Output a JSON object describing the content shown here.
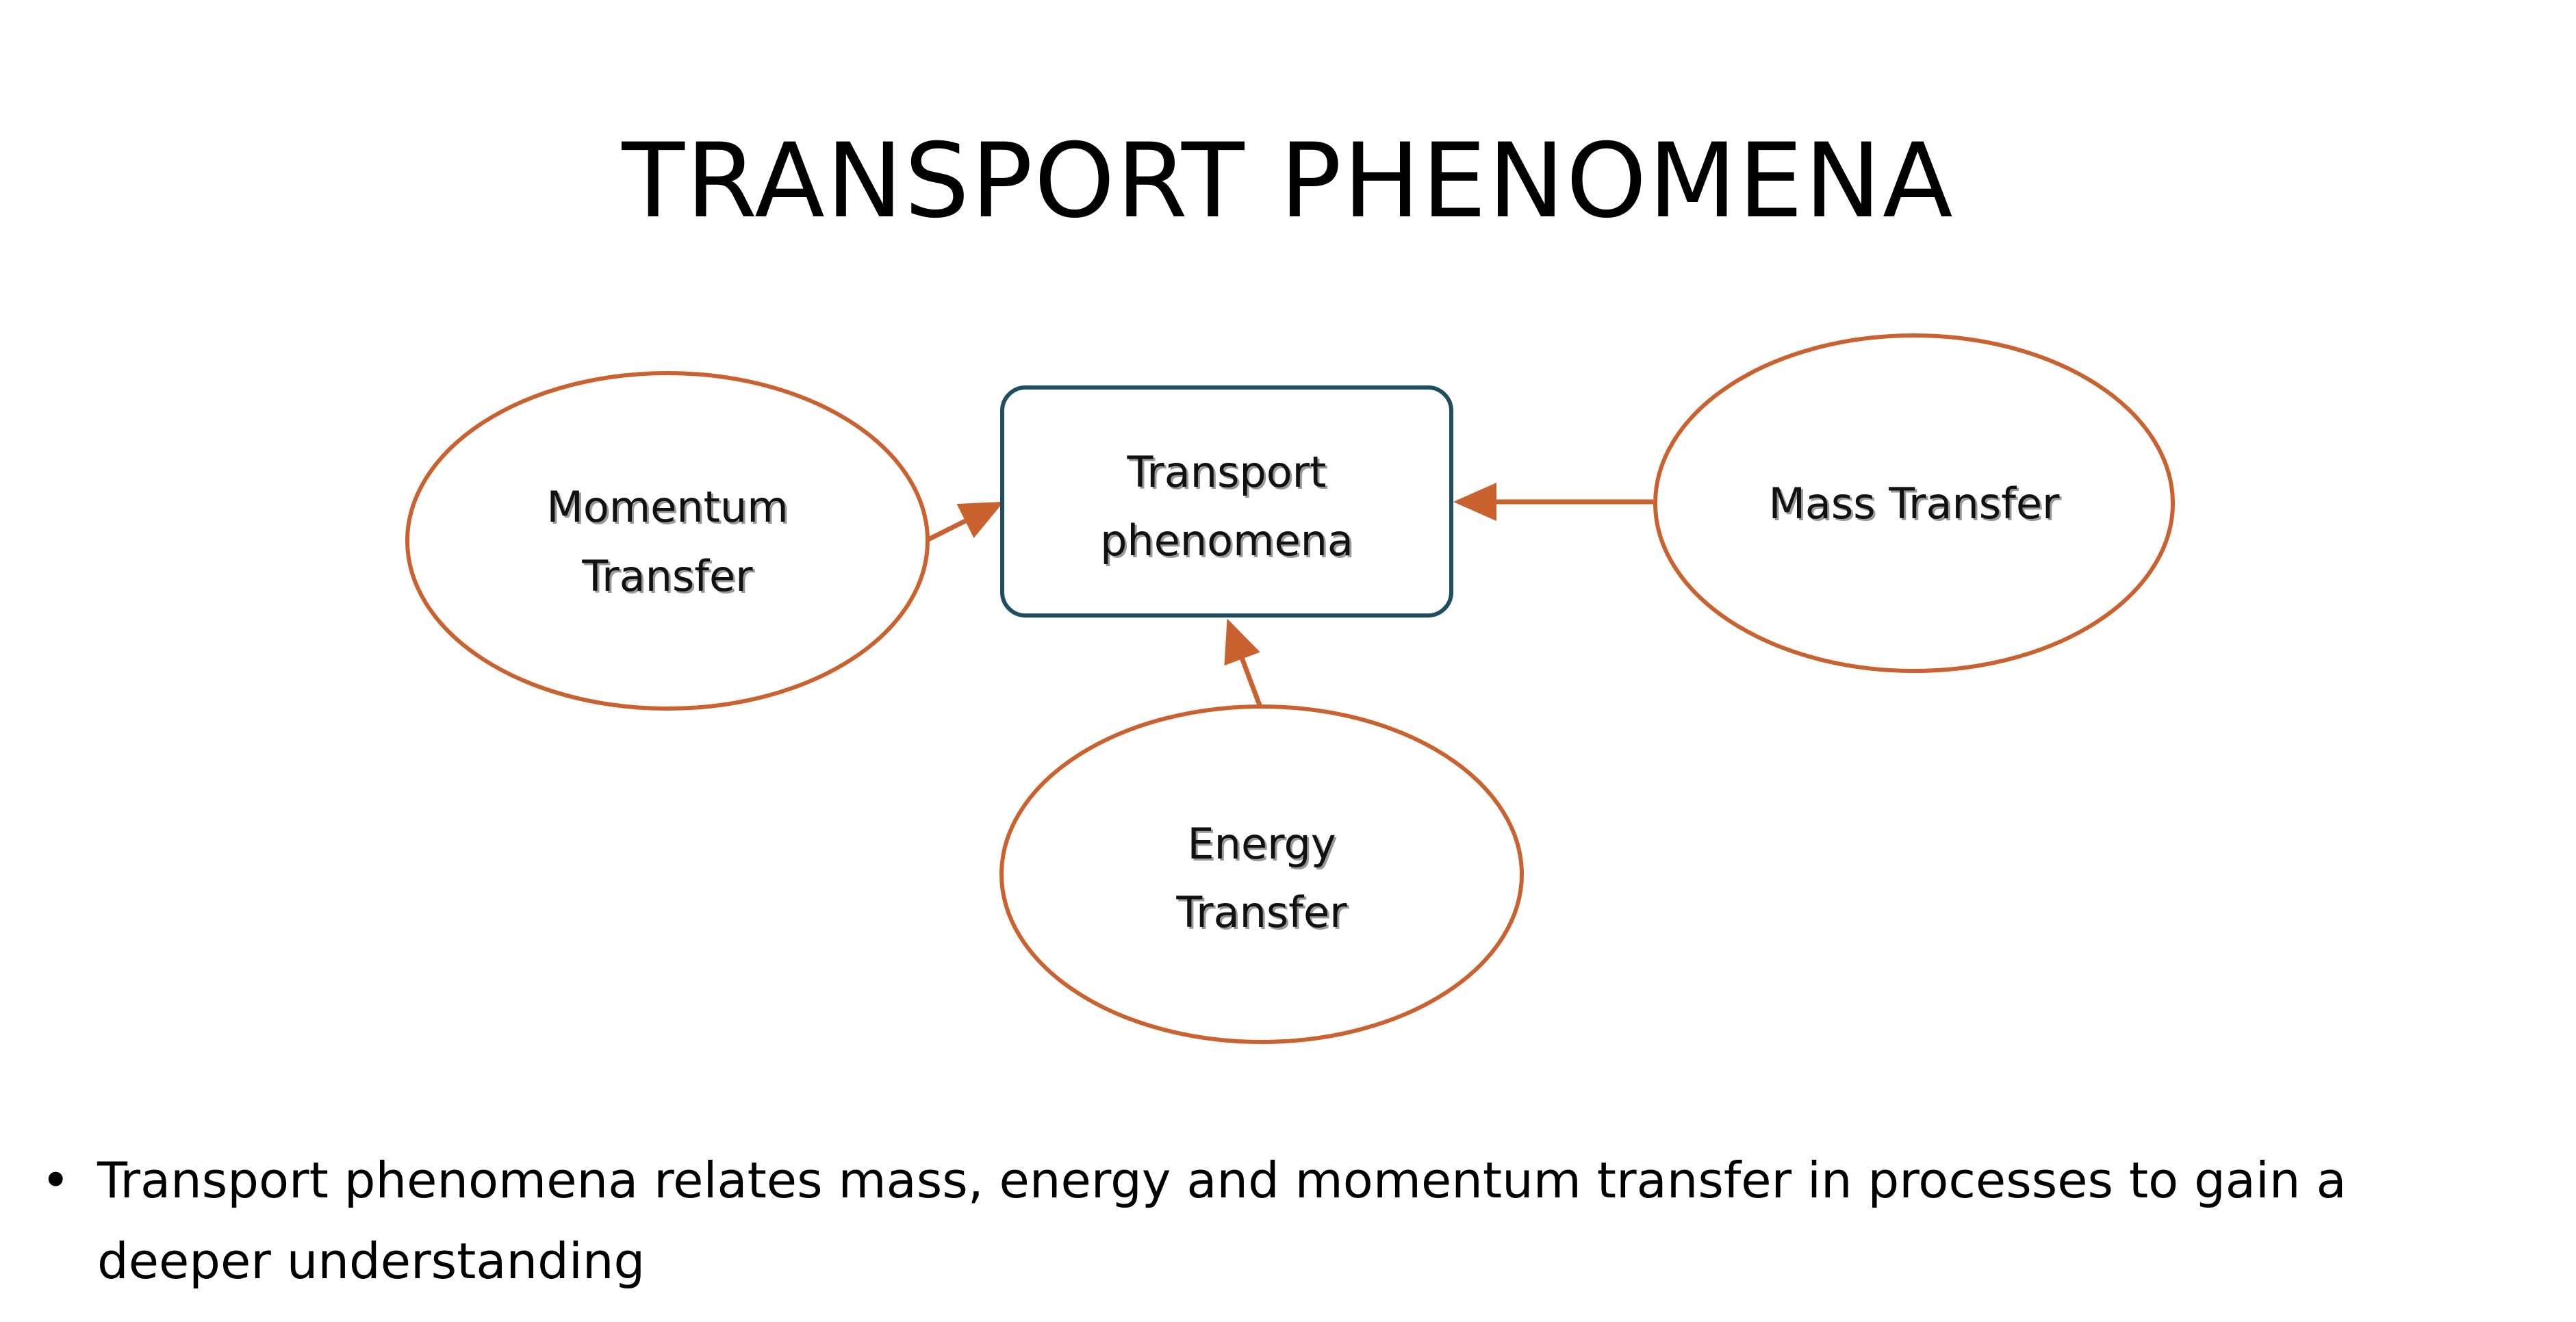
{
  "slide": {
    "title": "TRANSPORT PHENOMENA",
    "bullet_marker": "•",
    "bullet_text": "Transport phenomena relates mass, energy and momentum transfer in processes to gain a deeper understanding"
  },
  "diagram": {
    "center": {
      "lines": [
        "Transport",
        "phenomena"
      ]
    },
    "momentum": {
      "lines": [
        "Momentum",
        "Transfer"
      ]
    },
    "mass": {
      "lines": [
        "Mass Transfer"
      ]
    },
    "energy": {
      "lines": [
        "Energy",
        "Transfer"
      ]
    }
  },
  "colors": {
    "ellipse_stroke": "#c9622f",
    "arrow": "#c9622f",
    "box_stroke": "#1f4e63",
    "text": "#111111"
  }
}
